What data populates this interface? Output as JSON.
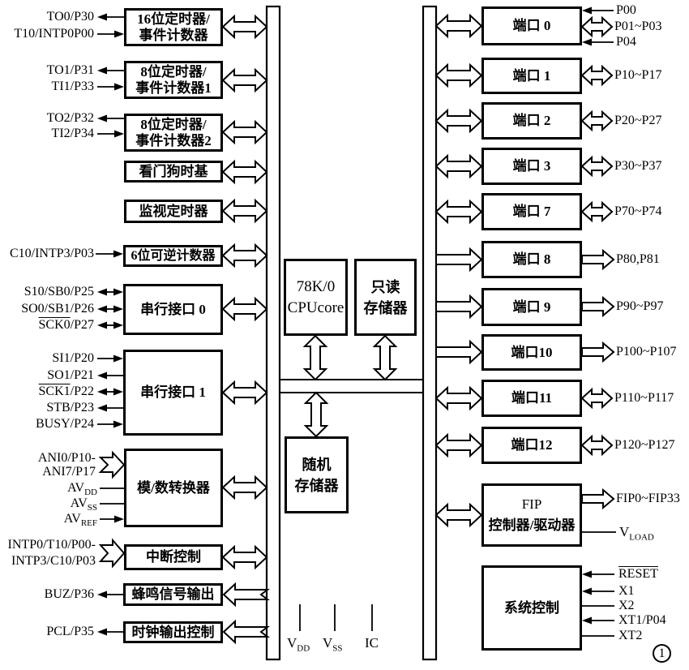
{
  "figure": {
    "number": "1"
  },
  "left": {
    "signals": {
      "to0": "TO0/P30",
      "ti0": "T10/INTP0P00",
      "to1": "TO1/P31",
      "ti1": "TI1/P33",
      "to2": "TO2/P32",
      "ti2": "TI2/P34",
      "c10": "C10/INTP3/P03",
      "si0": "S10/SB0/P25",
      "so0": "SO0/SB1/P26",
      "sck0_over": "SCK0",
      "sck0_rest": "/P27",
      "si1": "SI1/P20",
      "so1": "SO1/P21",
      "sck1_over": "SCK1",
      "sck1_rest": "/P22",
      "stb": "STB/P23",
      "busy": "BUSY/P24",
      "ani0": "ANI0/P10-",
      "ani7": "ANI7/P17",
      "avdd_main": "AV",
      "avdd_sub": "DD",
      "avss_main": "AV",
      "avss_sub": "SS",
      "avref_main": "AV",
      "avref_sub": "REF",
      "intp_line1": "INTP0/T10/P00-",
      "intp_line2": "INTP3/C10/P03",
      "buz": "BUZ/P36",
      "pcl": "PCL/P35"
    },
    "blocks": {
      "timer16_line1": "16位定时器/",
      "timer16_line2": "事件计数器",
      "timer8_1_line1": "8位定时器/",
      "timer8_1_line2": "事件计数器1",
      "timer8_2_line1": "8位定时器/",
      "timer8_2_line2": "事件计数器2",
      "watchdog": "看门狗时基",
      "monitor": "监视定时器",
      "counter6": "6位可逆计数器",
      "serial0": "串行接口 0",
      "serial1": "串行接口 1",
      "adc": "模/数转换器",
      "interrupt": "中断控制",
      "buzzer": "蜂鸣信号输出",
      "clockout": "时钟输出控制"
    }
  },
  "center": {
    "cpu_line1": "78K/0",
    "cpu_line2": "CPUcore",
    "rom_line1": "只读",
    "rom_line2": "存储器",
    "ram_line1": "随机",
    "ram_line2": "存储器",
    "vdd_main": "V",
    "vdd_sub": "DD",
    "vss_main": "V",
    "vss_sub": "SS",
    "ic": "IC"
  },
  "right": {
    "ports": {
      "p0": "端口 0",
      "p1": "端口 1",
      "p2": "端口 2",
      "p3": "端口 3",
      "p7": "端口 7",
      "p8": "端口 8",
      "p9": "端口 9",
      "p10": "端口10",
      "p11": "端口11",
      "p12": "端口12"
    },
    "fip_line1": "FIP",
    "fip_line2": "控制器/驱动器",
    "sys": "系统控制",
    "signals": {
      "p00": "P00",
      "p01_03": "P01~P03",
      "p04": "P04",
      "p1": "P10~P17",
      "p2": "P20~P27",
      "p3": "P30~P37",
      "p7": "P70~P74",
      "p8": "P80,P81",
      "p9": "P90~P97",
      "p10": "P100~P107",
      "p11": "P110~P117",
      "p12": "P120~P127",
      "fip": "FIP0~FIP33",
      "vload_main": "V",
      "vload_sub": "LOAD",
      "reset": "RESET",
      "x1": "X1",
      "x2": "X2",
      "xt1": "XT1/P04",
      "xt2": "XT2"
    }
  }
}
